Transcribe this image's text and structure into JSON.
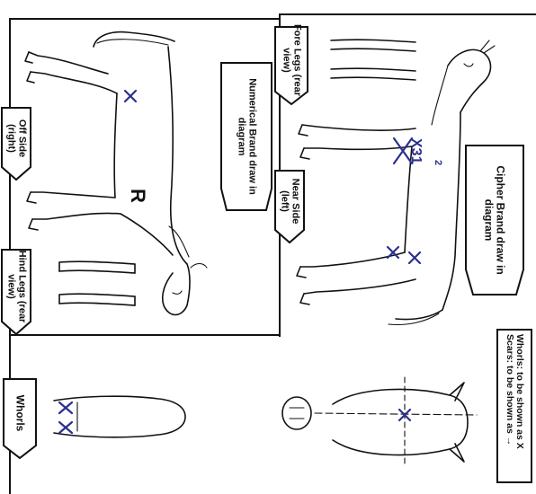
{
  "labels": {
    "cipher_brand": "Cipher Brand draw in diagram",
    "numerical_brand": "Numerical Brand draw in diagram",
    "fore_legs": "Fore Legs (rear view)",
    "near_side": "Near Side (left)",
    "off_side": "Off Side (right)",
    "hind_legs": "Hind Legs (rear view)",
    "whorls_tab": "Whorls"
  },
  "legend": {
    "whorls_line": "Whorls: to be shown as X",
    "scars_line": "Scars: to be shown as →"
  },
  "annotations": {
    "near_side_brand": "X31",
    "near_side_brand_sub": "2",
    "off_side_brand": "R"
  }
}
